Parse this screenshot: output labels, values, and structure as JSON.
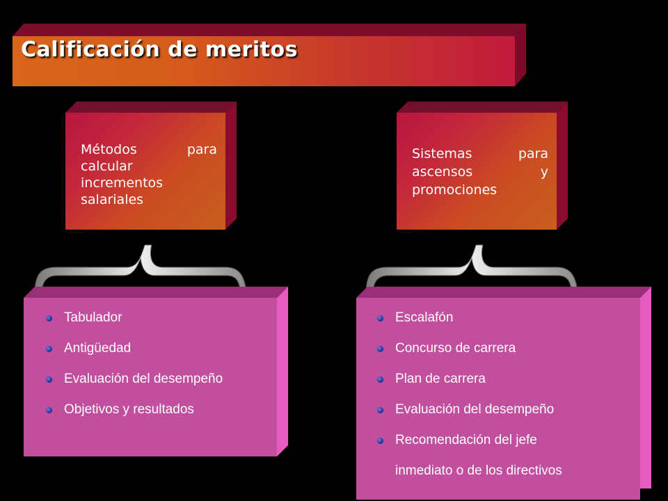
{
  "title": "Calificación de meritos",
  "left_branch": {
    "heading": "Métodos para calcular incrementos salariales",
    "items": [
      "Tabulador",
      "Antigüedad",
      "Evaluación del desempeño",
      "Objetivos y resultados"
    ]
  },
  "right_branch": {
    "heading": "Sistemas para ascensos y promociones",
    "items": [
      "Escalafón",
      "Concurso de carrera",
      "Plan de carrera",
      "Evaluación del desempeño",
      "Recomendación del jefe",
      "inmediato o de los directivos"
    ]
  },
  "colors": {
    "background": "#000000",
    "orange_box": "#d55a1c",
    "pink_box": "#c24e9e",
    "bullet": "#1a2a8a"
  },
  "icons": [
    "bullet-dot-icon",
    "curly-brace-icon"
  ]
}
